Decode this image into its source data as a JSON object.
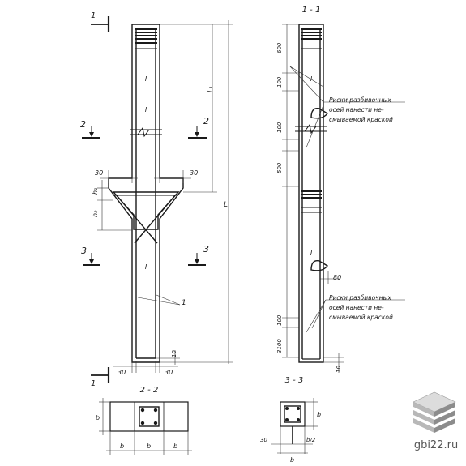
{
  "labels": {
    "cut_1": "1",
    "cut_2": "2",
    "cut_3": "3",
    "mark_I": "I",
    "section_1_1": "1 - 1",
    "section_2_2": "2 - 2",
    "section_3_3": "3 - 3",
    "callout_1": "1",
    "dim_30": "30",
    "dim_10": "10",
    "dim_L": "L",
    "dim_L1": "L₁",
    "dim_h1": "h₁",
    "dim_h2": "h₂",
    "dim_b": "b",
    "dim_600": "600",
    "dim_100": "100",
    "dim_500": "500",
    "dim_3100": "3100",
    "dim_80": "80",
    "dim_b2": "b/2",
    "note_marks_line1": "Риски разбивочных",
    "note_marks_line2": "осей нанести не-",
    "note_marks_line3": "смываемой краской",
    "watermark": "gbi22.ru"
  },
  "colors": {
    "ink": "#1a1a1a",
    "logo_light": "#dcdcdc",
    "logo_mid": "#b8b8b8",
    "logo_dark": "#8c8c8c"
  }
}
